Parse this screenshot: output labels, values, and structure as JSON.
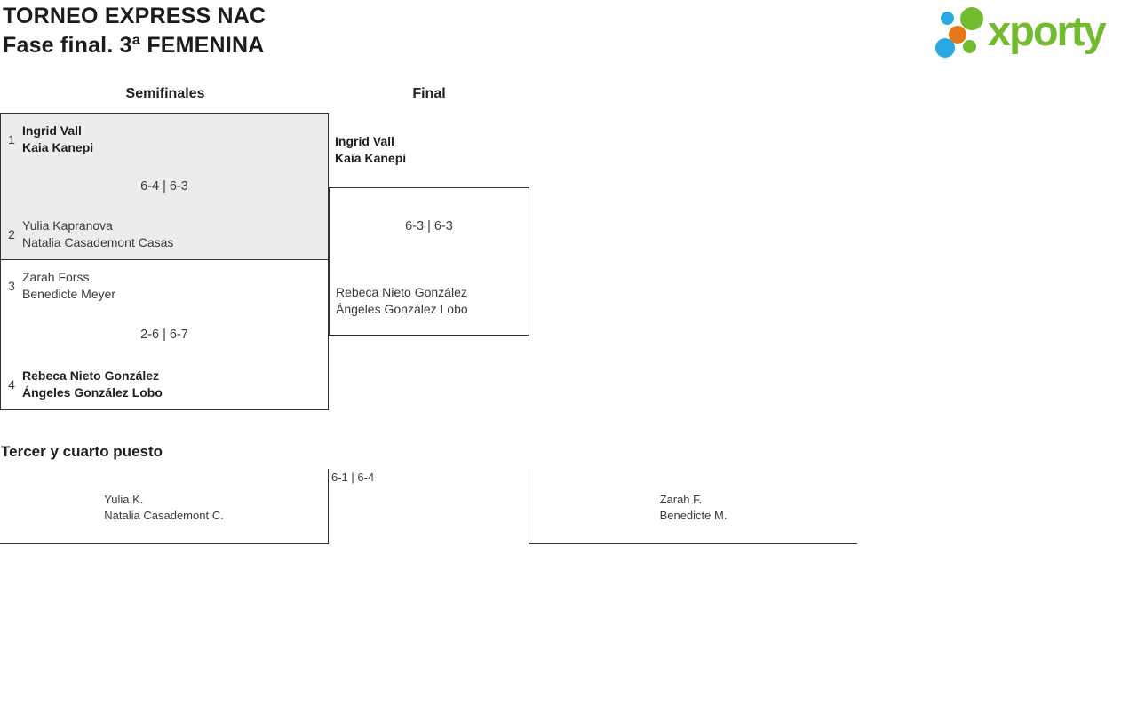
{
  "header": {
    "title": "TORNEO EXPRESS NAC",
    "subtitle": "Fase final. 3ª FEMENINA",
    "logo_text": "xporty"
  },
  "colors": {
    "logo_green": "#72bb2e",
    "logo_blue": "#29a9e1",
    "logo_orange": "#e87817",
    "highlight_match_bg": "#ececec",
    "border": "#333333",
    "text": "#3a3a3a"
  },
  "round_labels": {
    "semifinals": "Semifinales",
    "final": "Final"
  },
  "bracket": {
    "semifinal_1": {
      "score": "6-4 | 6-3",
      "team_1": {
        "seed": "1",
        "player_1": "Ingrid Vall",
        "player_2": "Kaia Kanepi",
        "winner": true
      },
      "team_2": {
        "seed": "2",
        "player_1": "Yulia Kapranova",
        "player_2": "Natalia Casademont Casas",
        "winner": false
      }
    },
    "semifinal_2": {
      "score": "2-6 | 6-7",
      "team_1": {
        "seed": "3",
        "player_1": "Zarah Forss",
        "player_2": "Benedicte Meyer",
        "winner": false
      },
      "team_2": {
        "seed": "4",
        "player_1": "Rebeca Nieto González",
        "player_2": "Ángeles González Lobo",
        "winner": true
      }
    },
    "final": {
      "score": "6-3 | 6-3",
      "team_1": {
        "player_1": "Ingrid Vall",
        "player_2": "Kaia Kanepi",
        "winner": true
      },
      "team_2": {
        "player_1": "Rebeca Nieto González",
        "player_2": "Ángeles González Lobo",
        "winner": false
      }
    }
  },
  "third_place": {
    "heading": "Tercer y cuarto puesto",
    "score": "6-1 | 6-4",
    "team_1": {
      "player_1": "Yulia K.",
      "player_2": "Natalia Casademont C."
    },
    "team_2": {
      "player_1": "Zarah F.",
      "player_2": "Benedicte M."
    }
  }
}
